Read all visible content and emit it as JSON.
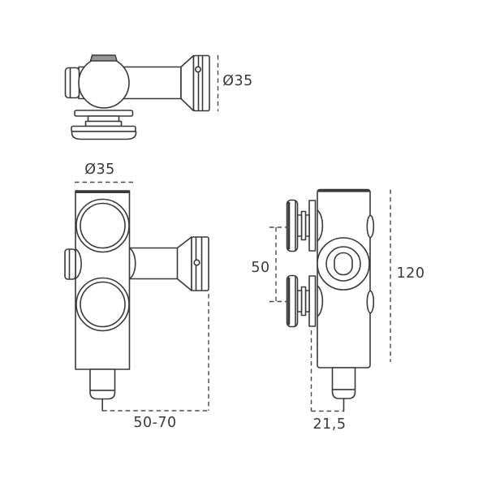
{
  "drawing": {
    "background_color": "#ffffff",
    "line_color": "#3a3a3a",
    "description_visible_views": [
      "top-view",
      "front-view",
      "side-view"
    ],
    "dimensions": {
      "top_flange_diameter": "Ø35",
      "front_tube_diameter": "Ø35",
      "side_fixing_spacing": "50",
      "side_overall_height": "120",
      "front_projection_range": "50-70",
      "side_offset": "21,5"
    }
  }
}
